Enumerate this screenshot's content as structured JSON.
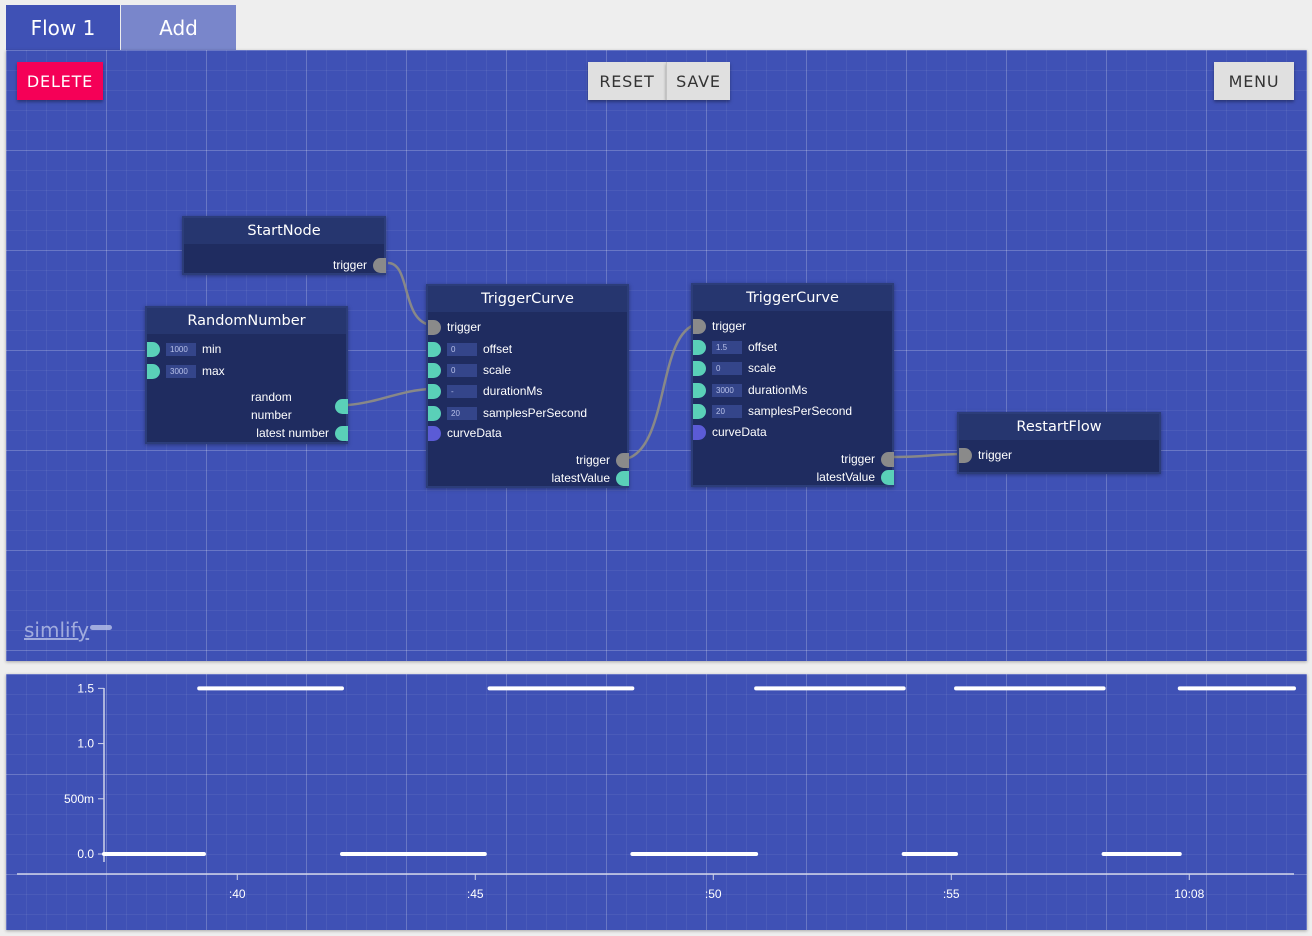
{
  "tabs": [
    {
      "label": "Flow 1"
    },
    {
      "label": "Add"
    }
  ],
  "toolbar": {
    "delete": "DELETE",
    "reset": "RESET",
    "save": "SAVE",
    "menu": "MENU"
  },
  "nodes": {
    "start": {
      "title": "StartNode",
      "out_trigger": "trigger"
    },
    "random": {
      "title": "RandomNumber",
      "min_value": "1000",
      "min_label": "min",
      "max_value": "3000",
      "max_label": "max",
      "out_random_1": "random",
      "out_random_2": "number",
      "out_latest": "latest number"
    },
    "curve1": {
      "title": "TriggerCurve",
      "in_trigger": "trigger",
      "offset_value": "0",
      "offset_label": "offset",
      "scale_value": "0",
      "scale_label": "scale",
      "duration_value": "-",
      "duration_label": "durationMs",
      "samples_value": "20",
      "samples_label": "samplesPerSecond",
      "curve_label": "curveData",
      "out_trigger": "trigger",
      "out_latest": "latestValue"
    },
    "curve2": {
      "title": "TriggerCurve",
      "in_trigger": "trigger",
      "offset_value": "1.5",
      "offset_label": "offset",
      "scale_value": "0",
      "scale_label": "scale",
      "duration_value": "3000",
      "duration_label": "durationMs",
      "samples_value": "20",
      "samples_label": "samplesPerSecond",
      "curve_label": "curveData",
      "out_trigger": "trigger",
      "out_latest": "latestValue"
    },
    "restart": {
      "title": "RestartFlow",
      "in_trigger": "trigger"
    }
  },
  "logo": {
    "text": "simlify"
  },
  "colors": {
    "canvas": "#3f51b5",
    "node_body": "#1f2c60",
    "port_trigger": "#8a8a8a",
    "port_value": "#5ad0b8",
    "port_curve": "#5b5bd6",
    "delete": "#f50057",
    "wire": "#888888"
  },
  "chart_data": {
    "type": "line",
    "y_ticks": [
      {
        "value": 0.0,
        "label": "0.0"
      },
      {
        "value": 0.5,
        "label": "500m"
      },
      {
        "value": 1.0,
        "label": "1.0"
      },
      {
        "value": 1.5,
        "label": "1.5"
      }
    ],
    "x_ticks": [
      {
        "value": 40,
        "label": ":40"
      },
      {
        "value": 45,
        "label": ":45"
      },
      {
        "value": 50,
        "label": ":50"
      },
      {
        "value": 55,
        "label": ":55"
      },
      {
        "value": 60,
        "label": "10:08"
      }
    ],
    "xlim": [
      37.2,
      62.2
    ],
    "ylim": [
      0,
      1.63
    ],
    "segments": [
      {
        "x0": 37.2,
        "x1": 39.3,
        "y": 0.0
      },
      {
        "x0": 39.2,
        "x1": 42.2,
        "y": 1.5
      },
      {
        "x0": 42.2,
        "x1": 43.7,
        "y": 0.0
      },
      {
        "x0": 43.7,
        "x1": 45.2,
        "y": 0.0
      },
      {
        "x0": 45.3,
        "x1": 48.3,
        "y": 1.5
      },
      {
        "x0": 48.3,
        "x1": 50.9,
        "y": 0.0
      },
      {
        "x0": 50.9,
        "x1": 54.0,
        "y": 1.5
      },
      {
        "x0": 54.0,
        "x1": 55.1,
        "y": 0.0
      },
      {
        "x0": 55.1,
        "x1": 58.2,
        "y": 1.5
      },
      {
        "x0": 58.2,
        "x1": 59.8,
        "y": 0.0
      },
      {
        "x0": 59.8,
        "x1": 62.5,
        "y": 1.5
      }
    ]
  }
}
